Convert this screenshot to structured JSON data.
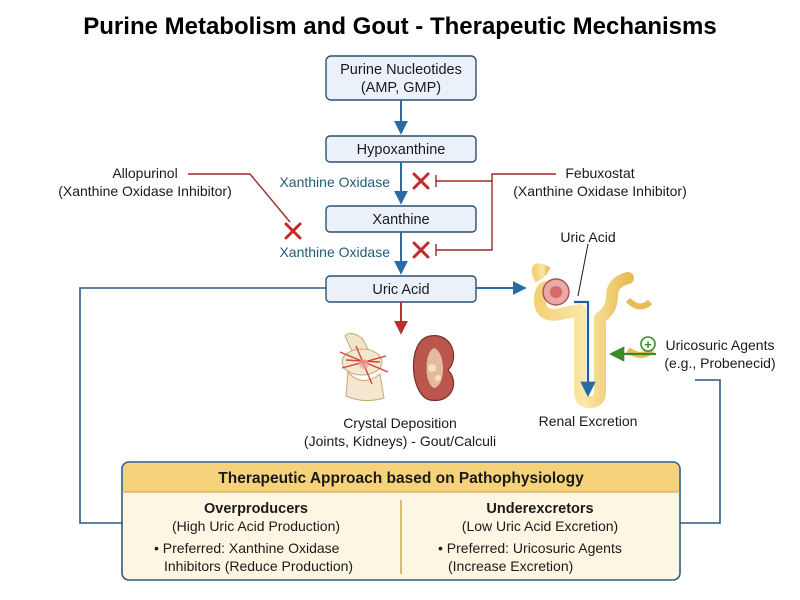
{
  "title": "Purine Metabolism and Gout - Therapeutic Mechanisms",
  "nodes": {
    "nucleotides_line1": "Purine Nucleotides",
    "nucleotides_line2": "(AMP, GMP)",
    "hypoxanthine": "Hypoxanthine",
    "xanthine": "Xanthine",
    "uric_acid": "Uric Acid"
  },
  "enzymes": {
    "step1": "Xanthine Oxidase",
    "step2": "Xanthine Oxidase"
  },
  "inhibitors": {
    "allopurinol_name": "Allopurinol",
    "allopurinol_desc": "(Xanthine Oxidase Inhibitor)",
    "febuxostat_name": "Febuxostat",
    "febuxostat_desc": "(Xanthine Oxidase Inhibitor)"
  },
  "kidney": {
    "uric_acid_label": "Uric Acid",
    "excretion_label": "Renal Excretion",
    "uricosuric_line1": "Uricosuric Agents",
    "uricosuric_line2": "(e.g., Probenecid)",
    "plus_symbol": "+"
  },
  "deposition": {
    "line1": "Crystal Deposition",
    "line2": "(Joints, Kidneys) - Gout/Calculi"
  },
  "panel": {
    "title": "Therapeutic Approach based on Pathophysiology",
    "left": {
      "heading": "Overproducers",
      "subheading": "(High Uric Acid Production)",
      "bullet_line1": "• Preferred: Xanthine Oxidase",
      "bullet_line2": "Inhibitors (Reduce Production)"
    },
    "right": {
      "heading": "Underexcretors",
      "subheading": "(Low Uric Acid Excretion)",
      "bullet_line1": "• Preferred: Uricosuric Agents",
      "bullet_line2": "(Increase Excretion)"
    }
  },
  "colors": {
    "flow_arrow": "#2a6aa5",
    "inhibition": "#c8282a",
    "box_fill": "#eaf1f9",
    "panel_header": "#f6d27a",
    "panel_fill": "#fdf6e3",
    "stimulation": "#3a8a2c"
  },
  "icons": [
    "x-mark-icon",
    "plus-circle-icon",
    "joint-icon",
    "kidney-icon",
    "nephron-icon"
  ]
}
